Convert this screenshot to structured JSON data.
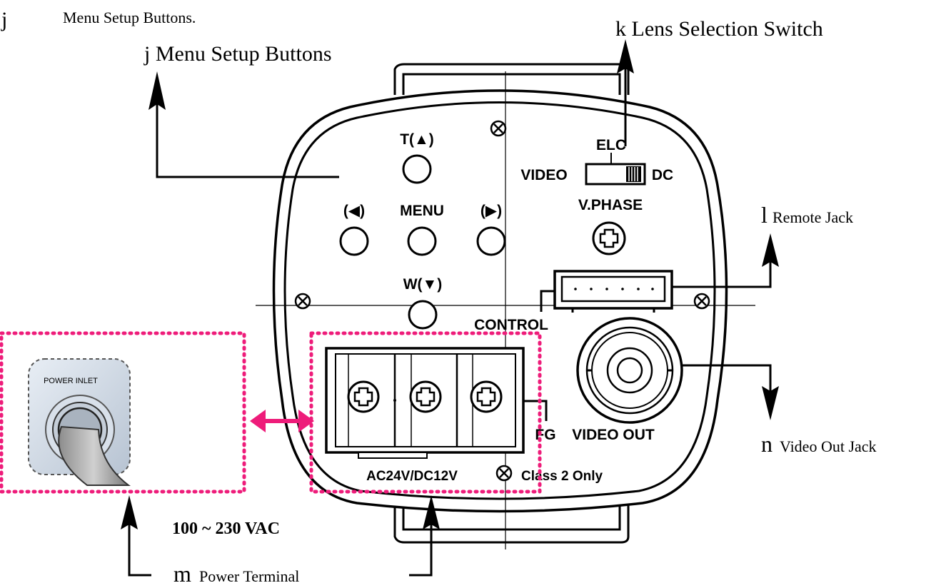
{
  "header": {
    "bullet": "j",
    "caption": "Menu Setup Buttons."
  },
  "callouts": {
    "menu_setup": "j Menu Setup Buttons",
    "lens_switch": "k Lens Selection Switch",
    "remote_jack_letter": "l",
    "remote_jack_text": "Remote Jack",
    "video_out_letter": "n",
    "video_out_text": "Video Out Jack",
    "power_terminal_letter": "m",
    "power_terminal_text": "Power Terminal",
    "voltage": "100 ~ 230 VAC"
  },
  "camera_labels": {
    "tele": "T(▲)",
    "left": "(◀)",
    "menu": "MENU",
    "right": "(▶)",
    "wide": "W(▼)",
    "elc": "ELC",
    "video": "VIDEO",
    "dc": "DC",
    "vphase": "V.PHASE",
    "control": "CONTROL",
    "fg": "FG",
    "video_out": "VIDEO OUT",
    "supply": "AC24V/DC12V",
    "class": "Class 2 Only"
  },
  "inlet": {
    "label": "POWER INLET"
  },
  "colors": {
    "highlight": "#ee1c7a",
    "inlet_panel": "#cfd8e4"
  }
}
